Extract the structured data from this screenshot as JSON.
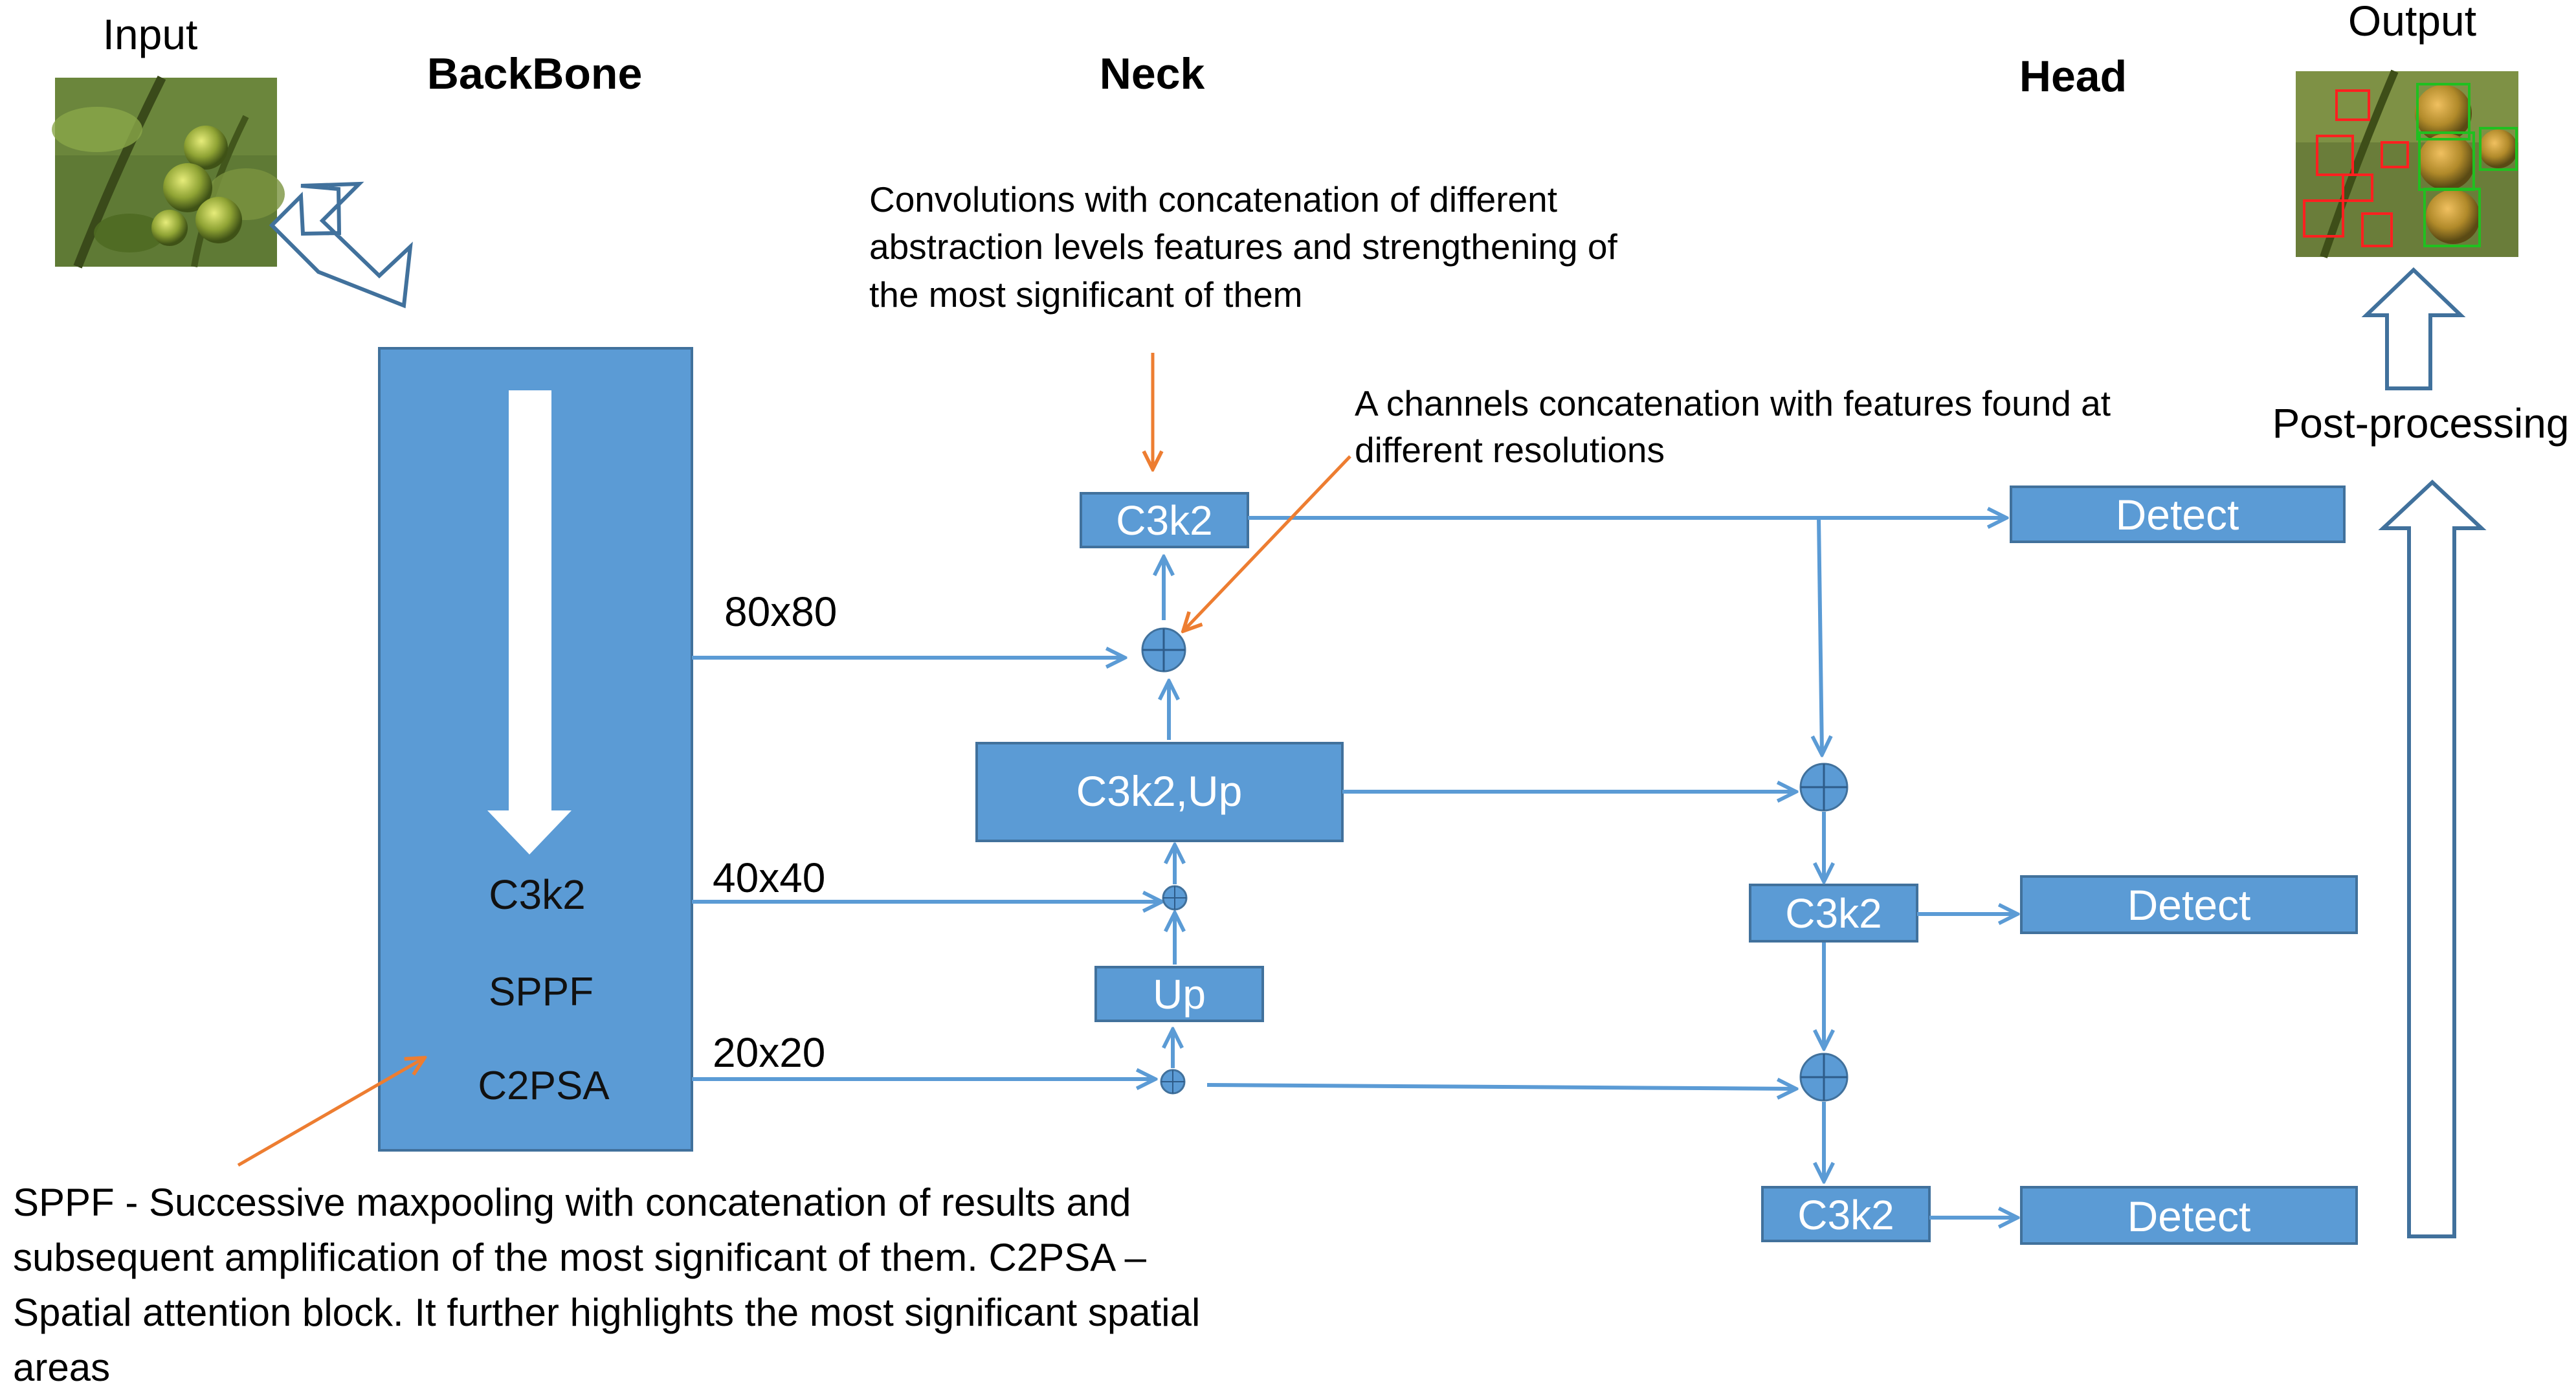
{
  "sections": {
    "input": "Input",
    "backbone": "BackBone",
    "neck": "Neck",
    "head": "Head",
    "output": "Output",
    "post_processing": "Post-processing"
  },
  "backbone_blocks": {
    "c3k2": "C3k2",
    "sppf": "SPPF",
    "c2psa": "C2PSA"
  },
  "resolutions": {
    "r80": "80x80",
    "r40": "40x40",
    "r20": "20x20"
  },
  "neck_blocks": {
    "top": "C3k2",
    "mid": "C3k2,Up",
    "up": "Up"
  },
  "head_blocks": {
    "c3k2_mid": "C3k2",
    "c3k2_bottom": "C3k2",
    "detect_top": "Detect",
    "detect_mid": "Detect",
    "detect_bottom": "Detect"
  },
  "annotations": {
    "neck_note": [
      "Convolutions with concatenation of different",
      "abstraction levels features and strengthening of",
      "the most significant of them"
    ],
    "concat_note": [
      "A channels concatenation with features found at",
      "different resolutions"
    ],
    "sppf_note": [
      "SPPF - Successive maxpooling with concatenation of results and",
      "subsequent amplification of the most significant of them. C2PSA –",
      "Spatial attention block. It further highlights the most significant spatial",
      "areas"
    ]
  },
  "colors": {
    "box_fill": "#5b9bd5",
    "box_stroke": "#41719c",
    "arrow_blue": "#5b9bd5",
    "arrow_orange": "#ed7d31",
    "input_photo_bg": "#5f7a35",
    "output_photo_bg": "#6a7d3a",
    "detection_red": "#ff2020",
    "detection_green": "#20c020"
  }
}
